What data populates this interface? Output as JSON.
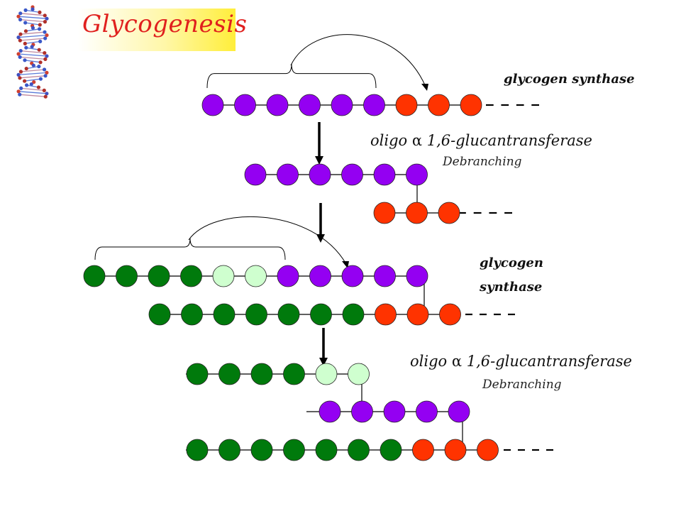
{
  "slide": {
    "title": "Glycogenesis"
  },
  "labels": {
    "enzyme_synthase_1": "glycogen synthase",
    "enzyme_transferase_1_prefix": "oligo",
    "enzyme_transferase_1_alpha": "α",
    "enzyme_transferase_1_suffix": "1,6-glucantransferase",
    "process_1": "Debranching",
    "enzyme_synthase_2_line1": "glycogen",
    "enzyme_synthase_2_line2": "synthase",
    "enzyme_transferase_2_prefix": "oligo",
    "enzyme_transferase_2_alpha": "α",
    "enzyme_transferase_2_suffix": "1,6-glucantransferase",
    "process_2": "Debranching"
  },
  "colors": {
    "purple": "#9400f2",
    "red": "#ff3300",
    "dark_green": "#007a0c",
    "light_green": "#cfffcf",
    "title_red": "#e0201e",
    "title_bg": "#ffee3a"
  },
  "icons": {
    "logo": "dna-helix-icon"
  },
  "chains": [
    {
      "id": "step1-main",
      "units": [
        "purple",
        "purple",
        "purple",
        "purple",
        "purple",
        "purple",
        "red",
        "red",
        "red"
      ],
      "dashes": 4
    },
    {
      "id": "step2-top",
      "units": [
        "purple",
        "purple",
        "purple",
        "purple",
        "purple",
        "purple"
      ],
      "dashes": 0
    },
    {
      "id": "step2-bottom",
      "units": [
        "red",
        "red",
        "red"
      ],
      "dashes": 4
    },
    {
      "id": "step3-top",
      "units": [
        "dark_green",
        "dark_green",
        "dark_green",
        "dark_green",
        "light_green",
        "light_green",
        "purple",
        "purple",
        "purple",
        "purple",
        "purple"
      ],
      "dashes": 0
    },
    {
      "id": "step3-bottom",
      "units": [
        "dark_green",
        "dark_green",
        "dark_green",
        "dark_green",
        "dark_green",
        "dark_green",
        "dark_green",
        "red",
        "red",
        "red"
      ],
      "dashes": 4
    },
    {
      "id": "step4-top",
      "units": [
        "dark_green",
        "dark_green",
        "dark_green",
        "dark_green",
        "light_green",
        "light_green"
      ],
      "dashes": 0
    },
    {
      "id": "step4-middle",
      "units": [
        "purple",
        "purple",
        "purple",
        "purple",
        "purple"
      ],
      "dashes": 0
    },
    {
      "id": "step4-bottom",
      "units": [
        "dark_green",
        "dark_green",
        "dark_green",
        "dark_green",
        "dark_green",
        "dark_green",
        "dark_green",
        "red",
        "red",
        "red"
      ],
      "dashes": 4
    }
  ]
}
